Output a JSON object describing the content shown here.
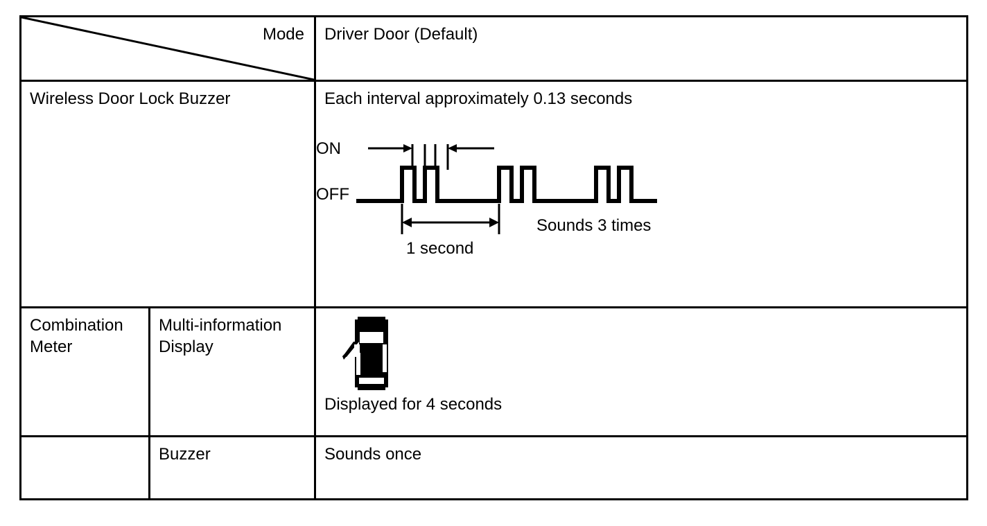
{
  "table": {
    "header": {
      "corner_label": "Mode",
      "mode_value": "Driver Door (Default)"
    },
    "rows": [
      {
        "label": "Wireless Door Lock Buzzer",
        "value_title": "Each interval approximately 0.13 seconds",
        "figure": {
          "type": "timing-waveform",
          "on_label": "ON",
          "off_label": "OFF",
          "interval_note": "Each interval approximately 0.13 seconds",
          "duration_label": "1 second",
          "repeat_label": "Sounds 3 times",
          "pulse_groups": 3,
          "pulses_per_group": 2,
          "pulse_seconds": 0.13
        }
      },
      {
        "label_a": "Combination Meter",
        "label_b": "Multi-information Display",
        "icon_name": "car-door-open-icon",
        "caption": "Displayed for 4 seconds"
      },
      {
        "label_b": "Buzzer",
        "value": "Sounds once"
      }
    ]
  },
  "colors": {
    "ink": "#000000",
    "paper": "#ffffff"
  }
}
